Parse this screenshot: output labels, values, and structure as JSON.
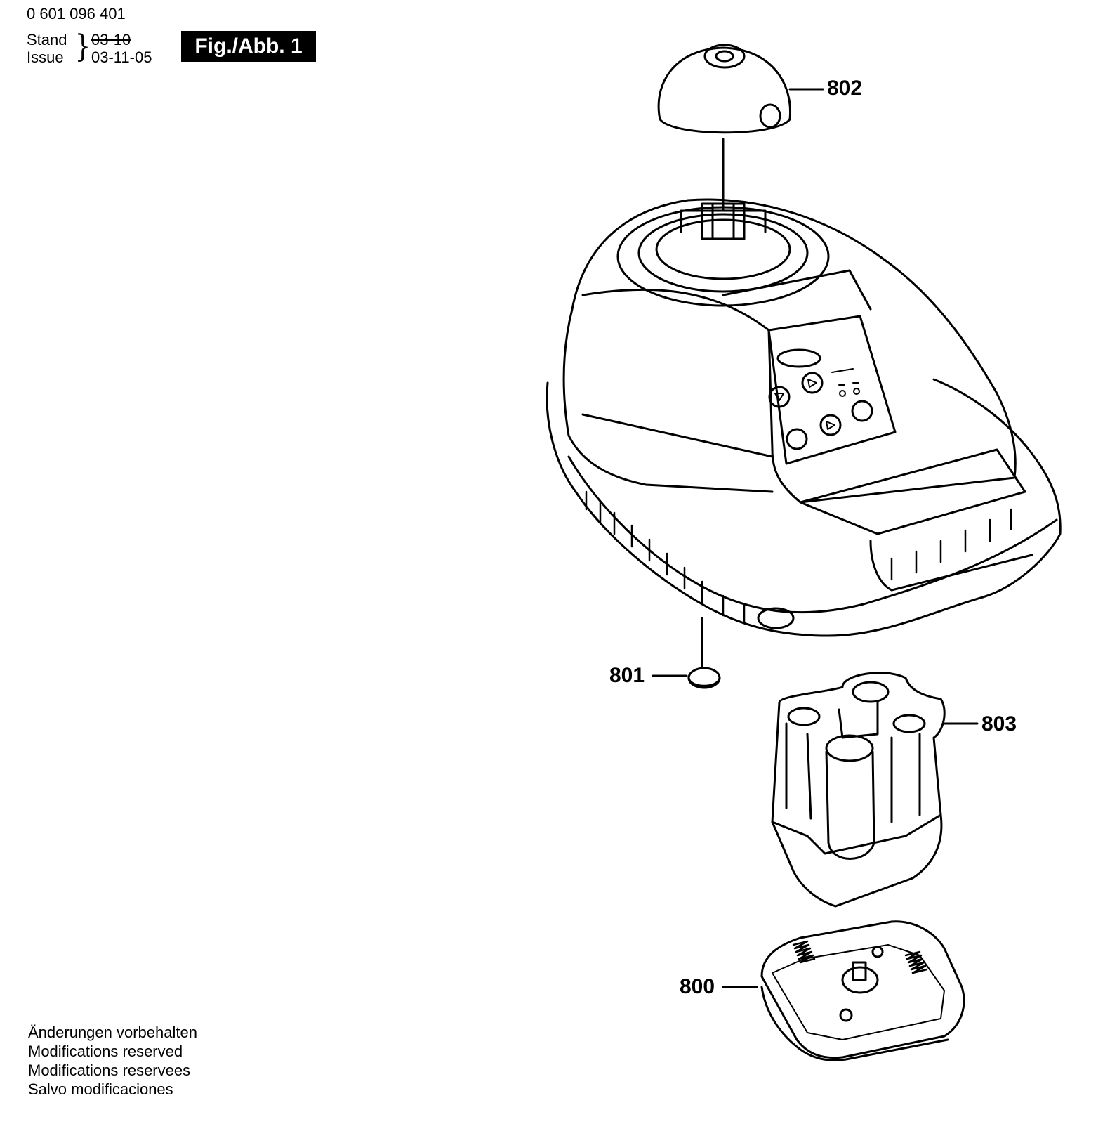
{
  "header": {
    "part_number": "0 601 096 401",
    "stand_label": "Stand",
    "issue_label": "Issue",
    "stand_date_struck": "03-10",
    "issue_date": "03-11-05",
    "figure_label": "Fig./Abb. 1"
  },
  "notes": [
    "Änderungen vorbehalten",
    "Modifications reserved",
    "Modifications reservees",
    "Salvo modificaciones"
  ],
  "callouts": {
    "cap": "802",
    "foot": "801",
    "battery_holder": "803",
    "battery_cover": "800"
  }
}
